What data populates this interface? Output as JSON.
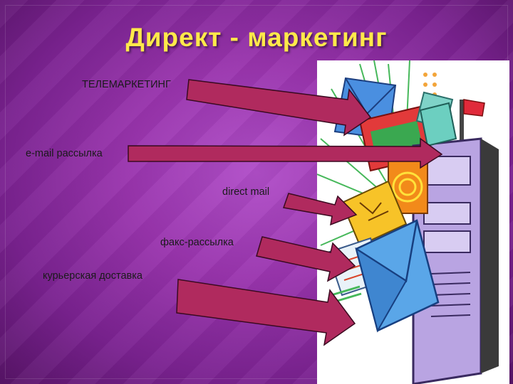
{
  "slide": {
    "title": "Директ - маркетинг",
    "items": [
      {
        "label": "ТЕЛЕМАРКЕТИНГ"
      },
      {
        "label": "e-mail рассылка"
      },
      {
        "label": "direct mail"
      },
      {
        "label": "факс-рассылка"
      },
      {
        "label": "курьерская доставка"
      }
    ]
  },
  "colors": {
    "background": "#9a35ae",
    "title": "#ffe94a",
    "arrow_fill": "#b02a5e",
    "arrow_stroke": "#3a0a20"
  },
  "illustration": {
    "icon": "mailbox-with-envelopes-icon"
  }
}
